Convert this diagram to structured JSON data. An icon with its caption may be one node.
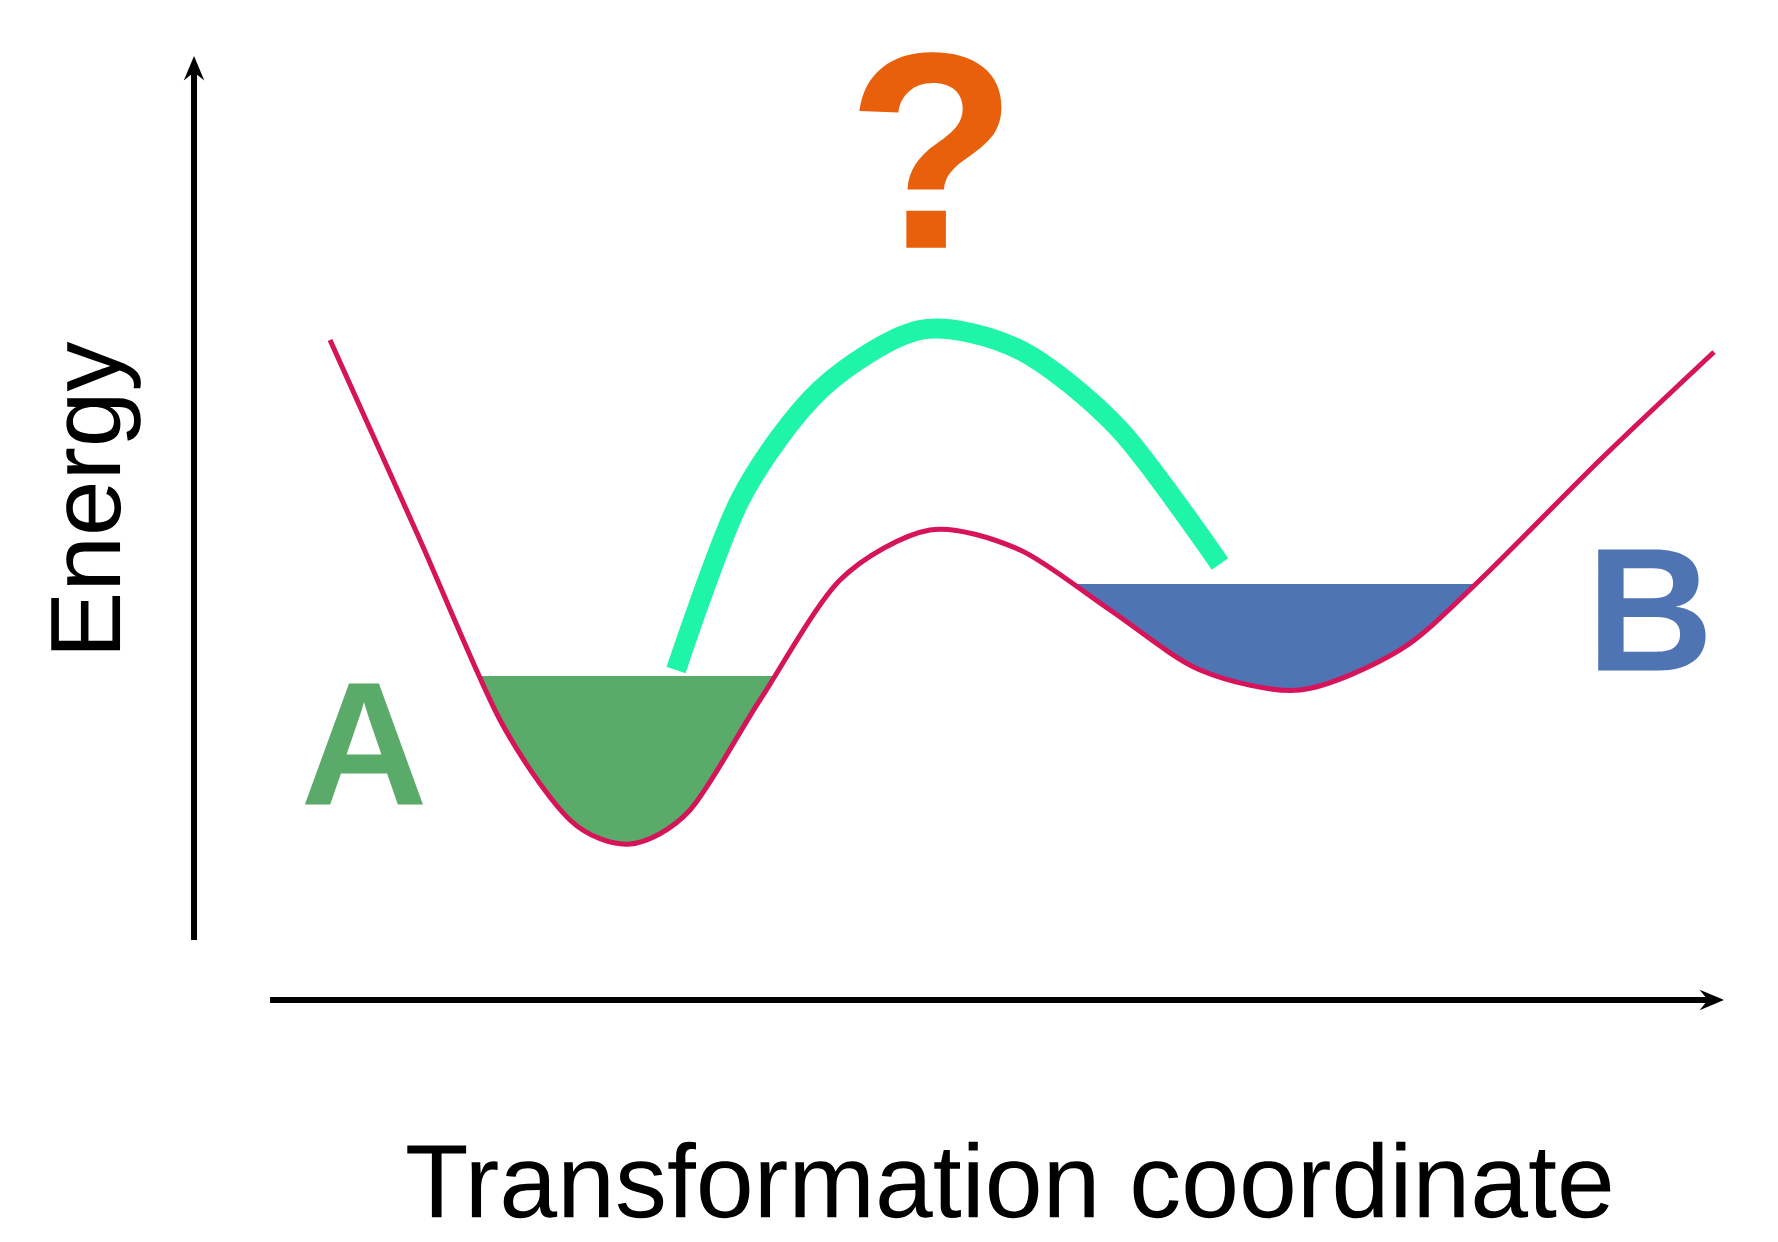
{
  "diagram": {
    "labels": [
      "?",
      "A",
      "B",
      "Energy",
      "Transformation coordinate"
    ]
  }
}
